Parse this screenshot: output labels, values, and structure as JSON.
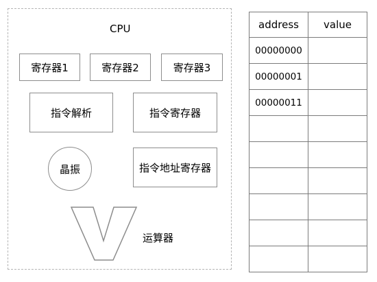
{
  "cpu": {
    "title": "CPU",
    "registers": [
      "寄存器1",
      "寄存器2",
      "寄存器3"
    ],
    "instruction_decoder": "指令解析",
    "instruction_register": "指令寄存器",
    "crystal_oscillator": "晶振",
    "instruction_address_register": "指令地址寄存器",
    "alu_label": "运算器"
  },
  "memory": {
    "columns": [
      "address",
      "value"
    ],
    "rows": [
      {
        "address": "00000000",
        "value": ""
      },
      {
        "address": "00000001",
        "value": ""
      },
      {
        "address": "00000011",
        "value": ""
      },
      {
        "address": "",
        "value": ""
      },
      {
        "address": "",
        "value": ""
      },
      {
        "address": "",
        "value": ""
      },
      {
        "address": "",
        "value": ""
      },
      {
        "address": "",
        "value": ""
      },
      {
        "address": "",
        "value": ""
      }
    ]
  },
  "colors": {
    "border": "#8c8c8c",
    "dashed_frame": "#b3b3b3",
    "table_border": "#7a7a7a"
  }
}
